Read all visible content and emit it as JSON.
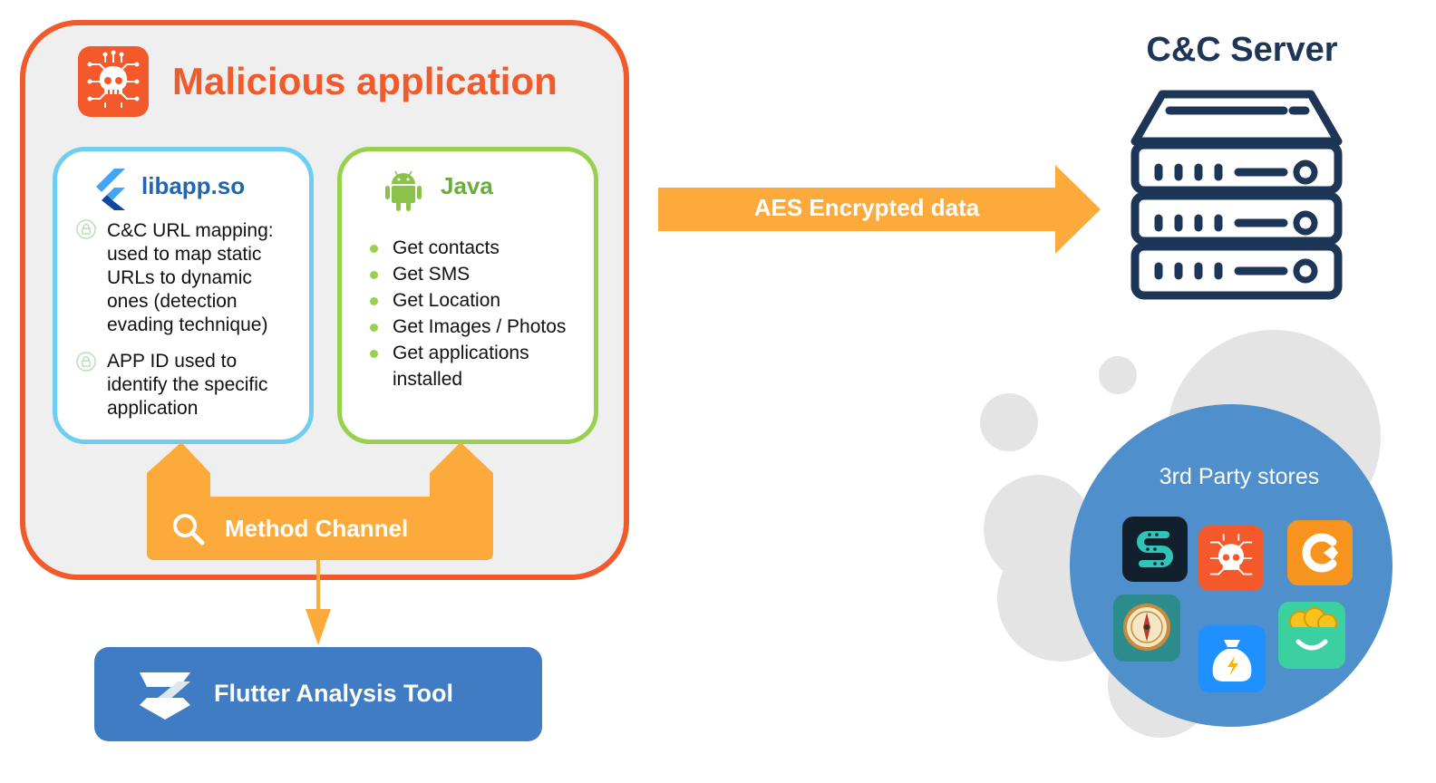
{
  "malicious_app": {
    "title": "Malicious application",
    "icon": "skull-circuit-icon"
  },
  "libapp": {
    "title": "libapp.so",
    "icon": "flutter-icon",
    "items": [
      {
        "icon": "lock-icon",
        "lines": [
          "C&C URL mapping:",
          "used to map static",
          "URLs to dynamic",
          "ones (detection",
          "evading technique)"
        ]
      },
      {
        "icon": "lock-icon",
        "lines": [
          "APP ID used to",
          "identify the specific",
          "application"
        ]
      }
    ]
  },
  "java": {
    "title": "Java",
    "icon": "android-icon",
    "items": [
      "Get contacts",
      "Get SMS",
      "Get Location",
      "Get Images / Photos",
      "Get applications",
      "installed"
    ]
  },
  "method_channel": {
    "label": "Method Channel",
    "icon": "search-icon"
  },
  "aes": {
    "label": "AES Encrypted data"
  },
  "flutter_tool": {
    "label": "Flutter Analysis Tool",
    "icon": "zimperium-logo-icon"
  },
  "cc_server": {
    "title": "C&C Server",
    "icon": "server-rack-icon"
  },
  "third_party": {
    "title": "3rd Party stores",
    "icons": [
      "dark-s-app-icon",
      "skull-circuit-icon",
      "orange-c-app-icon",
      "compass-app-icon",
      "money-bag-app-icon",
      "coin-basket-app-icon"
    ]
  },
  "colors": {
    "malicious": "#f15a2b",
    "libapp_border": "#6fcdf2",
    "java_border": "#97d14d",
    "orange_arrow": "#fbaa3b",
    "flutter_box": "#3f7cc4",
    "server": "#1d3557",
    "stores_circle": "#4f8fcb"
  }
}
